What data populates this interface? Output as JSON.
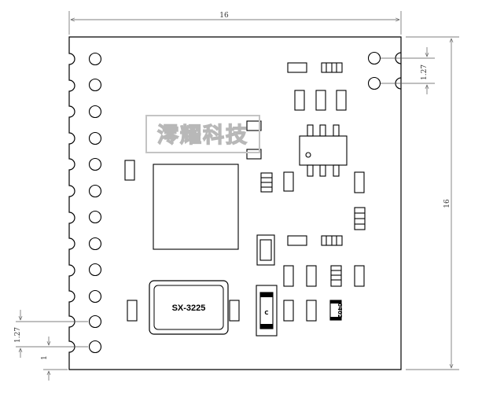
{
  "dimensions": {
    "width_label": "16",
    "height_label": "16",
    "pitch_right_label": "1.27",
    "pitch_left_label": "1.27",
    "bottom_offset_label": "1"
  },
  "watermark": {
    "text": "澪耀科技"
  },
  "crystal": {
    "label": "SX-3225"
  },
  "components": {
    "capacitor_label": "C",
    "package_label": "0402"
  },
  "colors": {
    "line": "#000000",
    "dimension": "#555555",
    "watermark": "#b8b8b8"
  }
}
